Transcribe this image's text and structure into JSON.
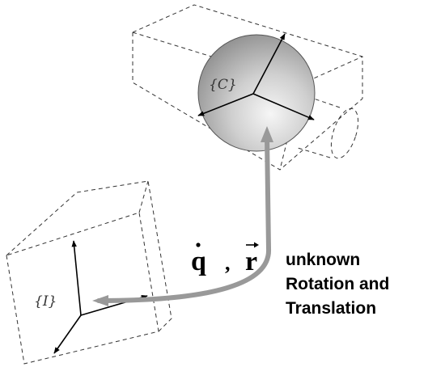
{
  "frames": {
    "camera_label": "{C}",
    "inertial_label": "{I}"
  },
  "motion": {
    "rotation_symbol": "q",
    "separator": ",",
    "translation_symbol": "r"
  },
  "caption": {
    "line1": "unknown",
    "line2": "Rotation and",
    "line3": "Translation"
  },
  "colors": {
    "dashed_lines": "#333333",
    "axes": "#000000",
    "transform_arrow": "#999999",
    "sphere_light": "#f4f4f4",
    "sphere_dark": "#8a8a8a"
  }
}
